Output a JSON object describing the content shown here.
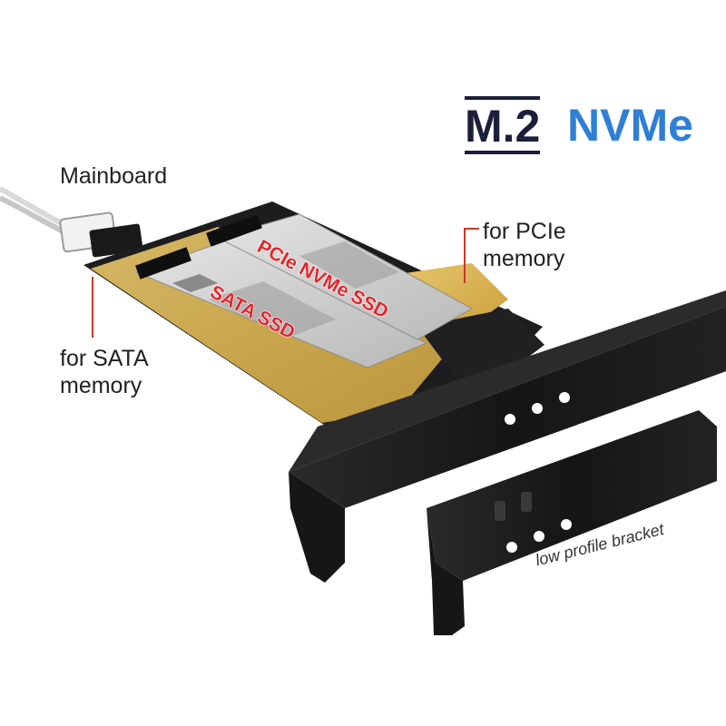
{
  "brand": {
    "m2_text": "M.2",
    "nvme_text": "NVMe",
    "m2_color": "#1b1f3a",
    "nvme_color": "#2f7fd4"
  },
  "labels": {
    "mainboard": "Mainboard",
    "pcie_line1": "for PCIe",
    "pcie_line2": "memory",
    "sata_line1": "for SATA",
    "sata_line2": "memory",
    "low_profile": "low profile bracket"
  },
  "ssd_labels": {
    "pcie": "PCIe NVMe SSD",
    "sata": "SATA SSD",
    "color": "#e0262b"
  },
  "colors": {
    "pcb": "#1d1d1f",
    "bracket": "#1a1a1a",
    "gold": "#d8b24a",
    "silver": "#c8c8c8",
    "leader_line": "#c23a2f"
  }
}
